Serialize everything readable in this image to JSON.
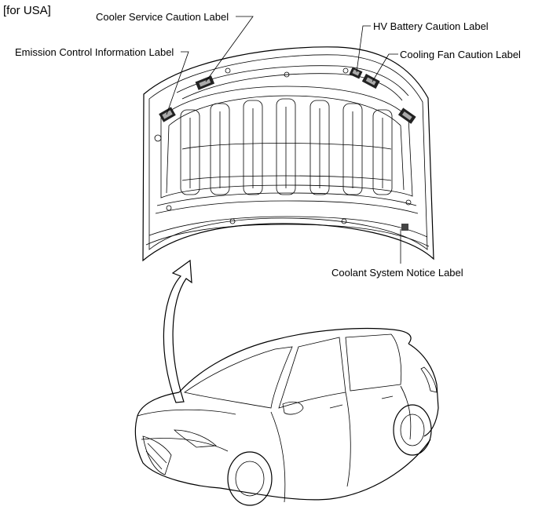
{
  "region_label": "[for USA]",
  "labels": {
    "cooler_service": "Cooler Service Caution Label",
    "emission_control": "Emission Control Information Label",
    "hv_battery": "HV Battery Caution Label",
    "cooling_fan": "Cooling Fan Caution Label",
    "coolant_system": "Coolant System Notice Label"
  }
}
